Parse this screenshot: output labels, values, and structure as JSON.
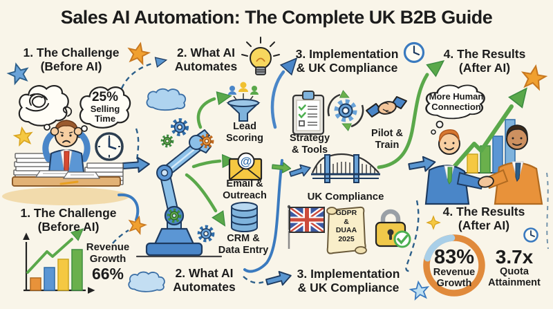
{
  "title": "Sales AI Automation: The Complete UK B2B Guide",
  "sections": {
    "challenge_top": {
      "line1": "1. The Challenge",
      "line2": "(Before AI)"
    },
    "automates_top": {
      "line1": "2. What AI",
      "line2": "Automates"
    },
    "implementation_top": {
      "line1": "3. Implementation",
      "line2": "& UK Compliance"
    },
    "results_top": {
      "line1": "4. The Results",
      "line2": "(After AI)"
    },
    "challenge_bottom": {
      "line1": "1. The Challenge",
      "line2": "(Before AI)"
    },
    "automates_bottom": {
      "line1": "2. What AI",
      "line2": "Automates"
    },
    "implementation_bottom": {
      "line1": "3. Implementation",
      "line2": "& UK Compliance"
    },
    "results_bottom": {
      "line1": "4. The Results",
      "line2": "(After AI)"
    }
  },
  "challenge": {
    "selling_time": {
      "value": "25%",
      "line1": "Selling",
      "line2": "Time"
    },
    "revenue_growth": {
      "label1": "Revenue",
      "label2": "Growth",
      "value": "66%"
    }
  },
  "automates": {
    "lead": {
      "line1": "Lead",
      "line2": "Scoring"
    },
    "email": {
      "line1": "Email &",
      "line2": "Outreach",
      "at_symbol": "@"
    },
    "crm": {
      "line1": "CRM &",
      "line2": "Data Entry"
    }
  },
  "implementation": {
    "strategy": {
      "line1": "Strategy",
      "line2": "& Tools"
    },
    "pilot": {
      "line1": "Pilot &",
      "line2": "Train"
    },
    "uk_compliance_label": "UK Compliance",
    "scroll": {
      "line1": "GDPR",
      "line2": "&",
      "line3": "DUAA",
      "line4": "2025"
    }
  },
  "results": {
    "thought": {
      "line1": "More Human",
      "line2": "Connection"
    },
    "donut": {
      "value": "83%",
      "label1": "Revenue",
      "label2": "Growth"
    },
    "quota": {
      "value": "3.7x",
      "label1": "Quota",
      "label2": "Attainment"
    }
  },
  "icons": [
    "lightbulb-icon",
    "clock-icon",
    "funnel-leads-icon",
    "email-at-icon",
    "database-icon",
    "clipboard-checklist-icon",
    "gear-cycle-icon",
    "handshake-icon",
    "bridge-icon",
    "uk-flag-icon",
    "scroll-icon",
    "padlock-check-icon",
    "robot-arm-icon",
    "gear-icon",
    "cloud-icon",
    "star-icon",
    "thought-bubble-icon",
    "growth-arrow-icon",
    "donut-chart-icon",
    "bar-chart-icon",
    "stressed-worker-icon",
    "businessmen-handshake-icon"
  ],
  "colors": {
    "background": "#f9f5e9",
    "ink": "#1c1c1c",
    "blue": "#4a86c8",
    "light_blue": "#9cc7e8",
    "green": "#5aa84a",
    "orange": "#e8923a",
    "yellow": "#f5c842",
    "red": "#cc4b3c",
    "navy": "#1d3a5f"
  }
}
